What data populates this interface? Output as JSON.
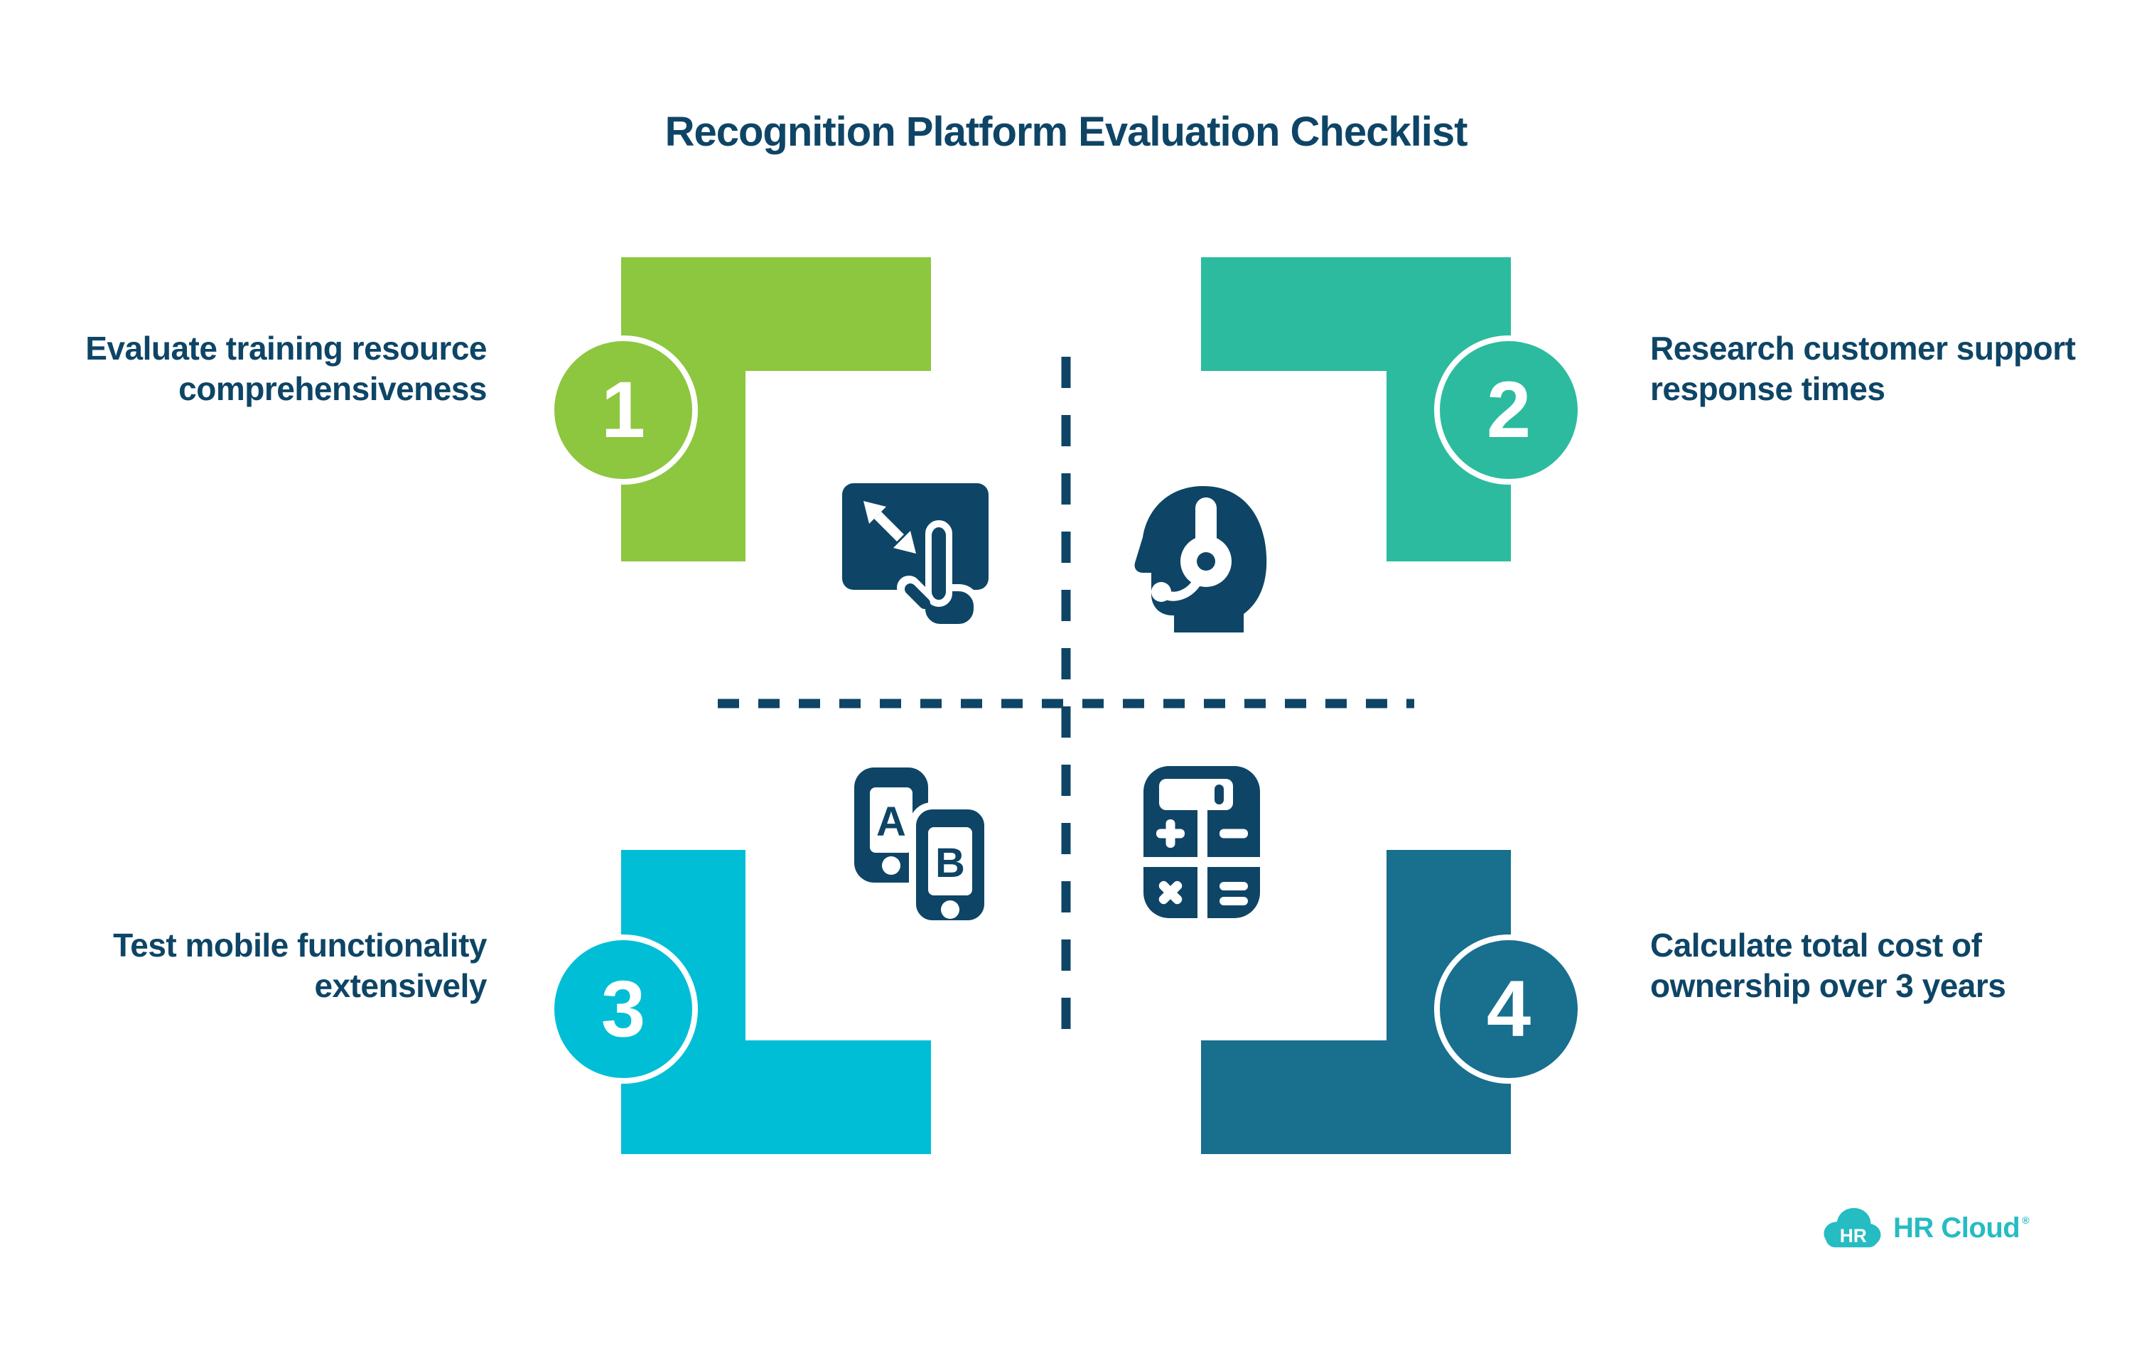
{
  "title": "Recognition Platform Evaluation Checklist",
  "steps": [
    {
      "number": "1",
      "label_lines": [
        "Evaluate training resource",
        "comprehensiveness"
      ],
      "color": "#8DC63F",
      "icon": "touch-scale-icon"
    },
    {
      "number": "2",
      "label_lines": [
        "Research customer support",
        "response times"
      ],
      "color": "#2CBB9F",
      "icon": "customer-support-headset-icon"
    },
    {
      "number": "3",
      "label_lines": [
        "Test mobile functionality",
        "extensively"
      ],
      "color": "#00BED6",
      "icon": "ab-test-phones-icon",
      "icon_letters": [
        "A",
        "B"
      ]
    },
    {
      "number": "4",
      "label_lines": [
        "Calculate total cost of",
        "ownership over 3 years"
      ],
      "color": "#186F8E",
      "icon": "calculator-icon"
    }
  ],
  "logo": {
    "badge_text": "HR",
    "brand_text": "HR Cloud",
    "registered_mark": "®",
    "color": "#25BCC2"
  },
  "colors": {
    "navy": "#0E4566",
    "background": "#FFFFFF",
    "divider": "#0E4566"
  }
}
